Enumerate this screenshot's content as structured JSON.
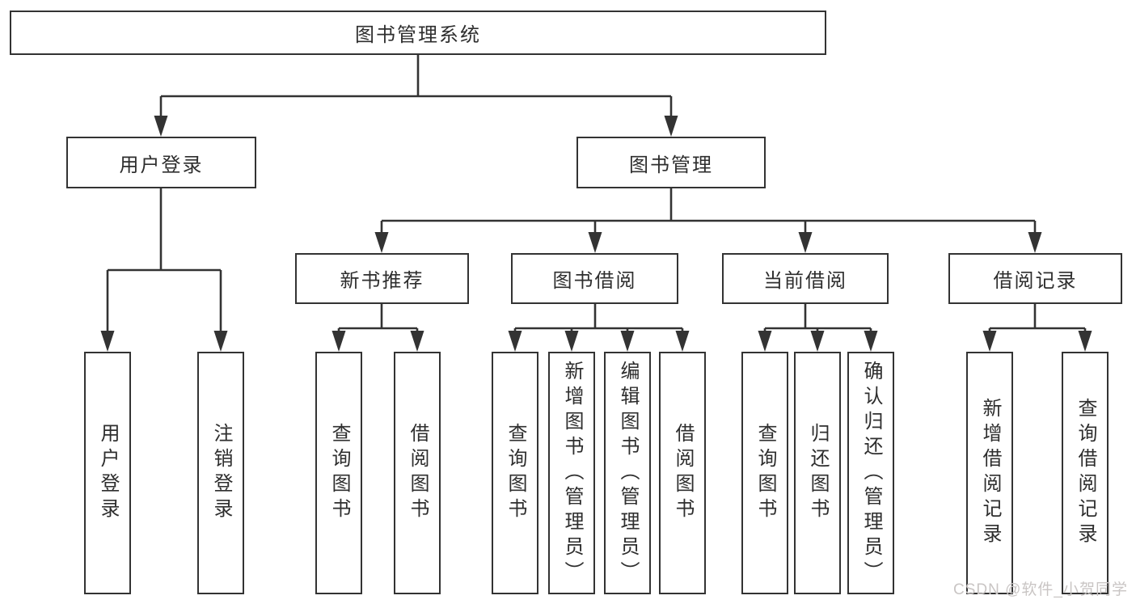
{
  "diagram_title": "图书管理系统",
  "nodes": {
    "root": "图书管理系统",
    "level2": [
      "用户登录",
      "图书管理"
    ],
    "level3": [
      "新书推荐",
      "图书借阅",
      "当前借阅",
      "借阅记录"
    ],
    "leaves": [
      "用户登录",
      "注销登录",
      "查询图书",
      "借阅图书",
      "查询图书",
      "新增图书（管理员）",
      "编辑图书（管理员）",
      "借阅图书",
      "查询图书",
      "归还图书",
      "确认归还（管理员）",
      "新增借阅记录",
      "查询借阅记录"
    ]
  },
  "hierarchy": {
    "图书管理系统": [
      "用户登录",
      "图书管理"
    ],
    "用户登录": [
      "用户登录",
      "注销登录"
    ],
    "图书管理": [
      "新书推荐",
      "图书借阅",
      "当前借阅",
      "借阅记录"
    ],
    "新书推荐": [
      "查询图书",
      "借阅图书"
    ],
    "图书借阅": [
      "查询图书",
      "新增图书（管理员）",
      "编辑图书（管理员）",
      "借阅图书"
    ],
    "当前借阅": [
      "查询图书",
      "归还图书",
      "确认归还（管理员）"
    ],
    "借阅记录": [
      "新增借阅记录",
      "查询借阅记录"
    ]
  },
  "watermark": "CSDN @软件_小贺同学",
  "colors": {
    "line": "#333333",
    "box_border": "#333333",
    "box_fill": "#ffffff",
    "text": "#2e2e2e",
    "watermark": "#c9c5c4",
    "background": "#ffffff"
  }
}
